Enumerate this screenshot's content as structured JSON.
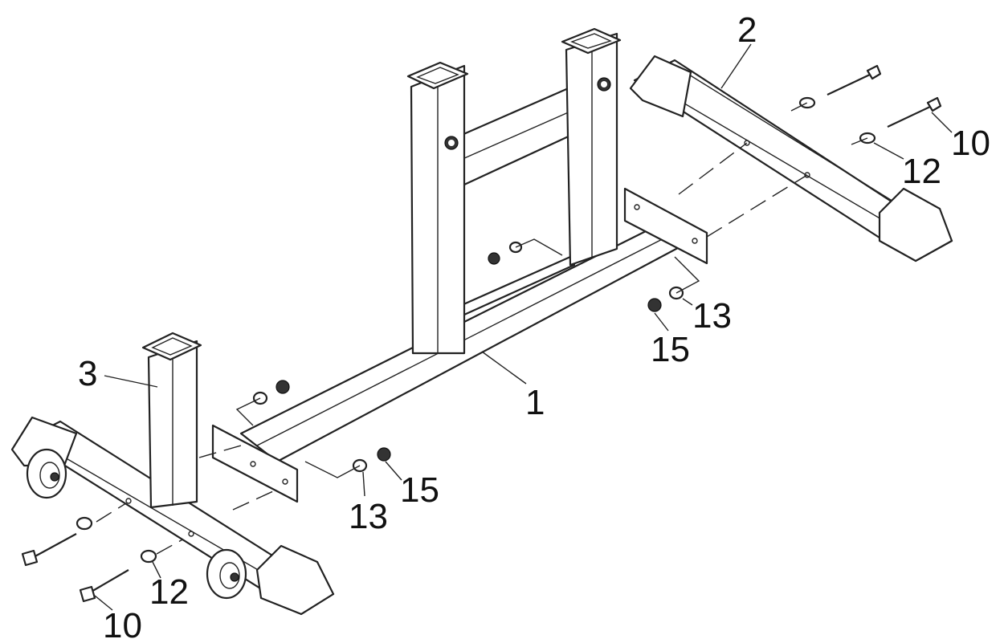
{
  "callouts": [
    {
      "key": "frame",
      "text": "1"
    },
    {
      "key": "rear_foot",
      "text": "2"
    },
    {
      "key": "front_foot",
      "text": "3"
    },
    {
      "key": "bolt_rear",
      "text": "10"
    },
    {
      "key": "bolt_front",
      "text": "10"
    },
    {
      "key": "washer_rear",
      "text": "12"
    },
    {
      "key": "washer_front",
      "text": "12"
    },
    {
      "key": "flat_washer_right",
      "text": "13"
    },
    {
      "key": "flat_washer_left",
      "text": "13"
    },
    {
      "key": "nut_right",
      "text": "15"
    },
    {
      "key": "nut_left",
      "text": "15"
    }
  ]
}
